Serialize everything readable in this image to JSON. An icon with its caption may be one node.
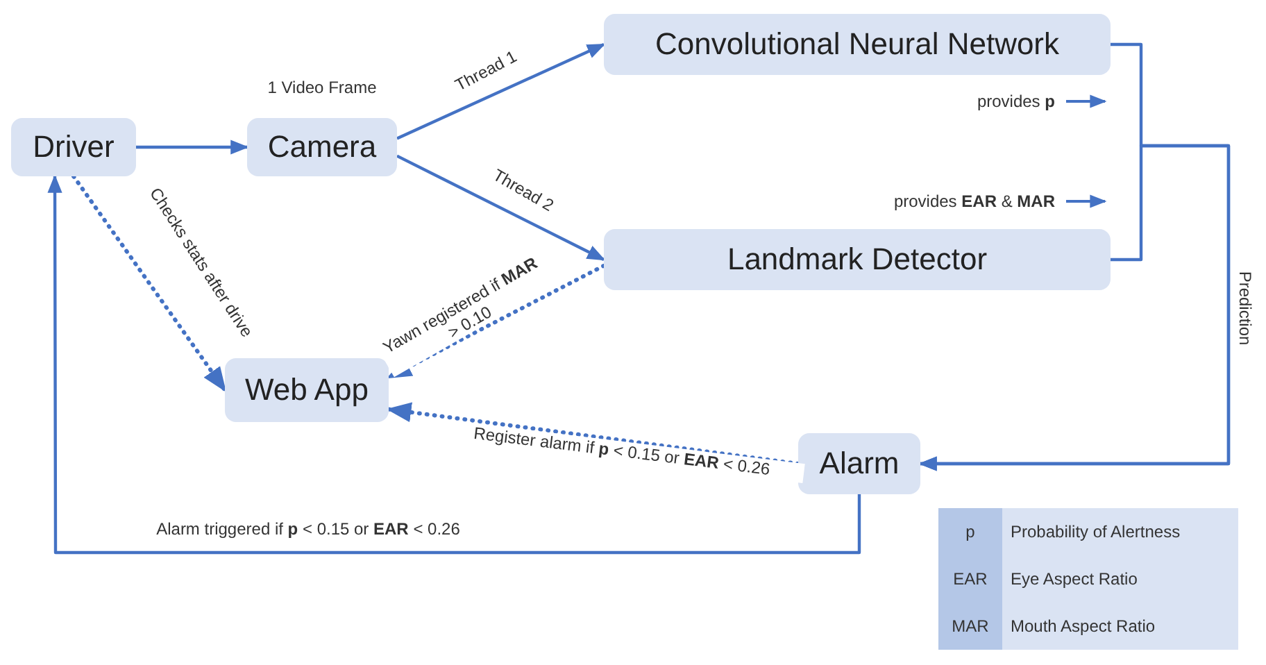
{
  "diagram": {
    "nodes": [
      {
        "text": [
          "Driver"
        ]
      },
      {
        "text": [
          "Camera"
        ],
        "beside": [
          "1 Video Frame"
        ]
      },
      {
        "text": [
          "Convolutional Neural Network"
        ],
        "beside": [
          "provides **p**"
        ]
      },
      {
        "text": [
          "Landmark Detector"
        ],
        "beside": [
          "provides **EAR** & **MAR**"
        ]
      },
      {
        "text": [
          "Web App"
        ]
      },
      {
        "text": [
          "Alarm"
        ]
      }
    ],
    "edges": [
      {
        "from": 0,
        "to": 1,
        "arrow": "to"
      },
      {
        "from": 1,
        "to": 2,
        "arrow": "to",
        "label": "Thread 1"
      },
      {
        "from": 1,
        "to": 3,
        "arrow": "to",
        "label": "Thread 2"
      },
      {
        "from": 0,
        "to": 4,
        "arrow": "to",
        "style": "dashed",
        "label": "Checks stats after drive"
      },
      {
        "from": 3,
        "to": 4,
        "arrow": "to",
        "style": "dashed",
        "label": "Yawn registered if **MAR** > 0.10"
      },
      {
        "from": 2,
        "to": 5,
        "arrow": "to",
        "label": "Prediction"
      },
      {
        "from": 3,
        "to": 5,
        "arrow": "to"
      },
      {
        "from": 5,
        "to": 4,
        "arrow": "to",
        "style": "dashed",
        "label": "Register alarm if **p** < 0.15 or **EAR** < 0.26"
      },
      {
        "from": 5,
        "to": 0,
        "arrow": "to",
        "label": "Alarm triggered if **p** < 0.15 or **EAR** < 0.26"
      }
    ],
    "labels": [
      "p",
      "Probability of Alertness",
      "EAR",
      "Eye Aspect Ratio",
      "MAR",
      "Mouth Aspect Ratio"
    ]
  }
}
